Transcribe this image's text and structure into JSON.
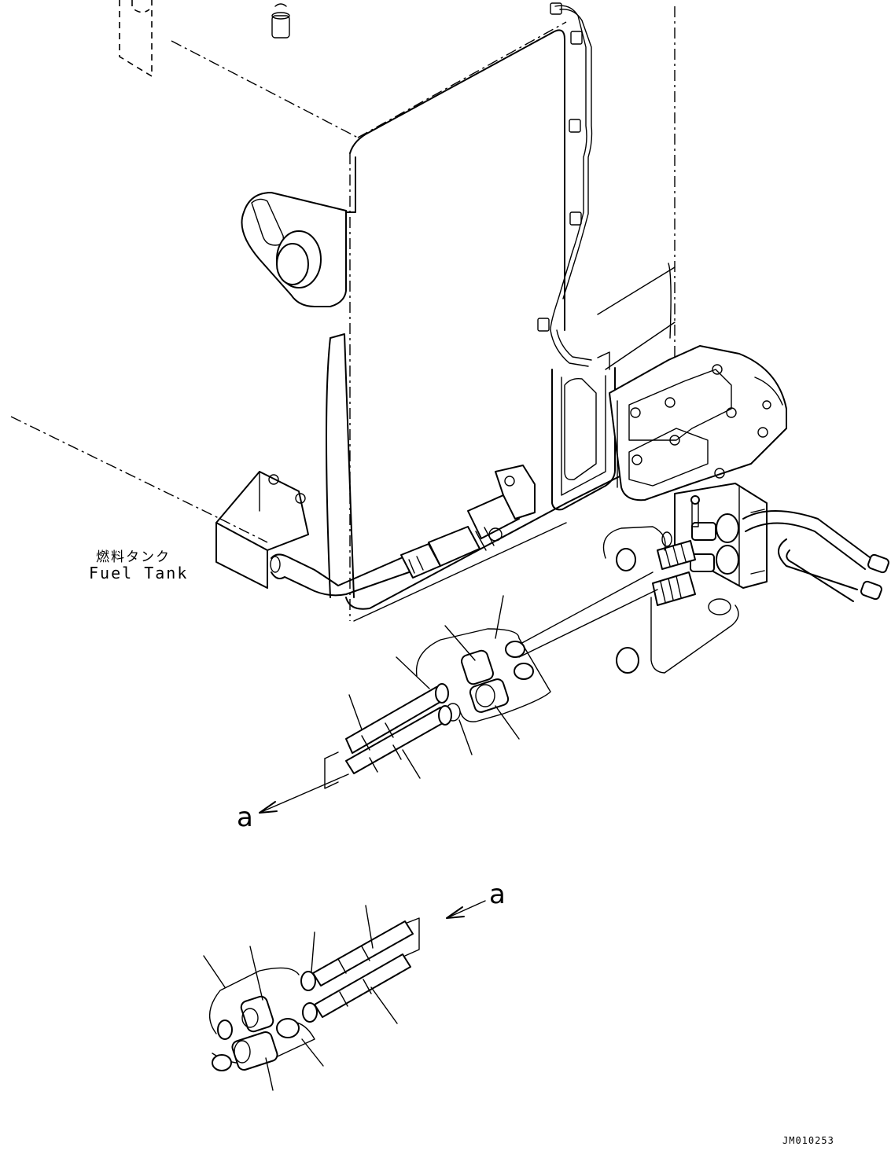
{
  "labels": {
    "fuel_tank_jp": "燃料タンク",
    "fuel_tank_en": "Fuel Tank",
    "view_marker_top": "a",
    "view_marker_bottom": "a",
    "drawing_code": "JM010253"
  }
}
